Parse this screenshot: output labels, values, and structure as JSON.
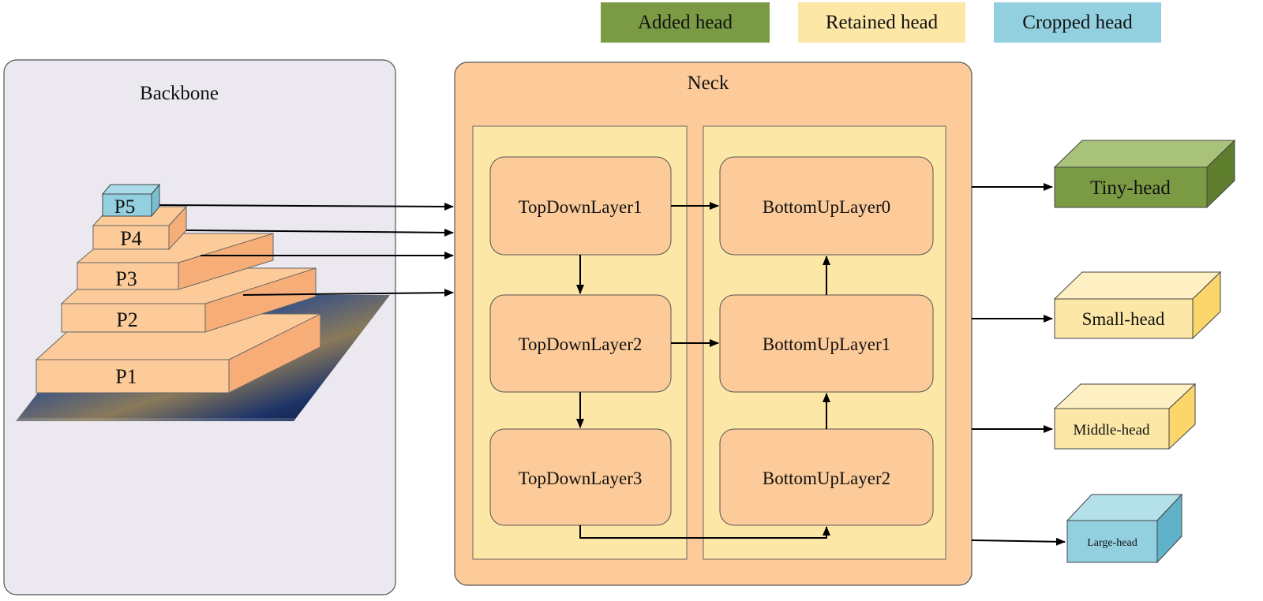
{
  "legend": [
    {
      "label": "Added head",
      "color": "#7a9a44"
    },
    {
      "label": "Retained head",
      "color": "#fde7a6"
    },
    {
      "label": "Cropped head",
      "color": "#93d0df"
    }
  ],
  "backbone": {
    "title": "Backbone",
    "levels": [
      "P1",
      "P2",
      "P3",
      "P4",
      "P5"
    ]
  },
  "neck": {
    "title": "Neck",
    "top_down": [
      "TopDownLayer1",
      "TopDownLayer2",
      "TopDownLayer3"
    ],
    "bottom_up": [
      "BottomUpLayer0",
      "BottomUpLayer1",
      "BottomUpLayer2"
    ]
  },
  "heads": [
    {
      "label": "Tiny-head",
      "type": "added"
    },
    {
      "label": "Small-head",
      "type": "retained"
    },
    {
      "label": "Middle-head",
      "type": "retained"
    },
    {
      "label": "Large-head",
      "type": "cropped"
    }
  ],
  "colors": {
    "backbone_bg": "#ebe8f0",
    "neck_bg": "#fccb99",
    "panel_bg": "#fde7a6",
    "layer_fill": "#fccb99",
    "pyramid_fill": "#fccb99",
    "pyramid_side": "#f6ad78",
    "added": "#7a9a44",
    "retained": "#fde7a6",
    "cropped": "#93d0df"
  }
}
